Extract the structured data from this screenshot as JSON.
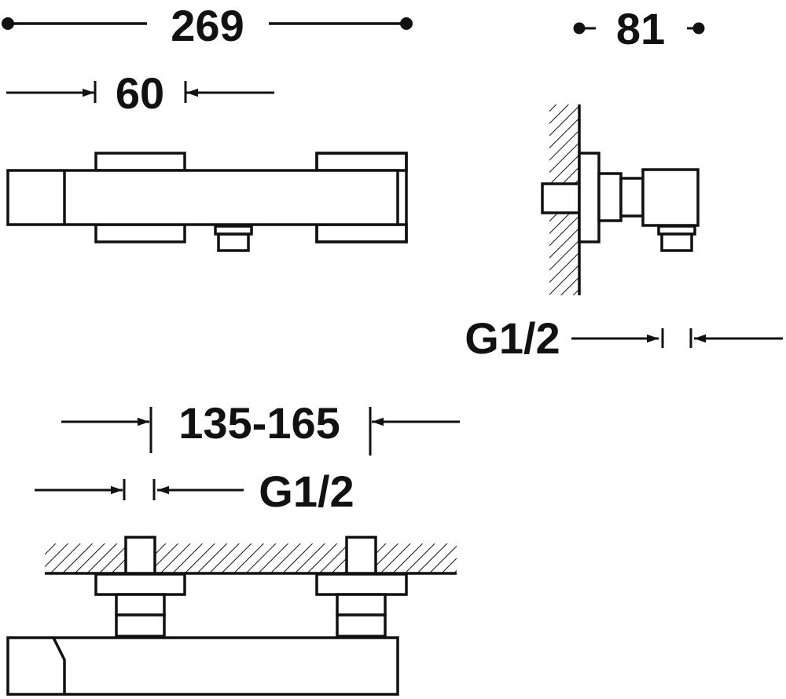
{
  "dimensions": {
    "overall_width": "269",
    "handle_width": "60",
    "projection_depth": "81",
    "side_thread": "G1/2",
    "center_distance": "135-165",
    "bottom_thread": "G1/2"
  },
  "colors": {
    "line": "#111111",
    "background": "#ffffff"
  }
}
